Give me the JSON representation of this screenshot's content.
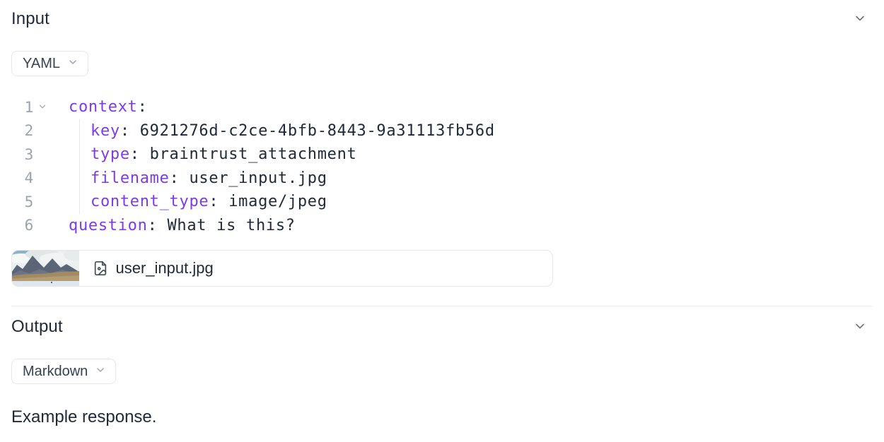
{
  "colors": {
    "yaml_key_purple": "#7c3aed",
    "line_number_gray": "#9ca3af",
    "border_gray": "#e6e7ea"
  },
  "input": {
    "title": "Input",
    "format_selector": {
      "value": "YAML",
      "icon": "chevron-down-icon"
    },
    "collapse_icon": "chevron-down-icon",
    "code": {
      "lines": [
        {
          "number": "1",
          "key": "context",
          "rest": ":"
        },
        {
          "number": "2",
          "key": "key",
          "rest": ": 6921276d-c2ce-4bfb-8443-9a31113fb56d"
        },
        {
          "number": "3",
          "key": "type",
          "rest": ": braintrust_attachment"
        },
        {
          "number": "4",
          "key": "filename",
          "rest": ": user_input.jpg"
        },
        {
          "number": "5",
          "key": "content_type",
          "rest": ": image/jpeg"
        },
        {
          "number": "6",
          "key": "question",
          "rest": ": What is this?"
        }
      ]
    },
    "attachment": {
      "filename": "user_input.jpg",
      "icon": "file-image-icon",
      "thumbnail": "mountain-landscape-photo"
    }
  },
  "output": {
    "title": "Output",
    "format_selector": {
      "value": "Markdown",
      "icon": "chevron-down-icon"
    },
    "collapse_icon": "chevron-down-icon",
    "response": "Example response."
  }
}
